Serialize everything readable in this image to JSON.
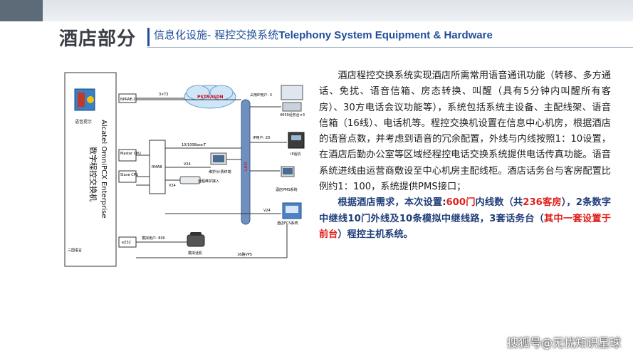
{
  "header": {
    "section_title": "酒店部分",
    "subtitle_cn": "信息化设施- 程控交换系统",
    "subtitle_en": "Telephony System Equipment & Hardware"
  },
  "diagram": {
    "pbx_title_en": "Alcatel OmniPCX Enterprise",
    "pbx_title_cn": "数字程控交换机",
    "voice_prompt": "语音提示",
    "nprae": "NPRAE-2",
    "line_3xt2": "3×T2",
    "pstn": "PSTN/ISDN",
    "ip_users_3": "占用IP用户: 3",
    "pos_4059": "4059话务台×3",
    "ip_users_20": "IP用户: 20",
    "ip_phone": "IP话机",
    "master_cpu": "Master CPU",
    "slave_cpu": "Slave CPU",
    "rmab": "RMAB",
    "base_t": "10/100Base-T",
    "lan": "LAN",
    "v24_a": "V24",
    "v24_b": "V24",
    "v24_c": "V24",
    "maint": "维护/计费终端",
    "remote": "远程维护接入",
    "pms": "酒店PMS系统",
    "fcs": "酒店FCS系统",
    "analog_users": "模拟用户: 800",
    "analog_phone": "模拟话机",
    "ez32": "eZ32",
    "sanguo": "三国语言",
    "vps": "16路VPS"
  },
  "content": {
    "para1": "酒店程控交换系统实现酒店所需常用语音通讯功能（转移、多方通话、免扰、语音信箱、房态转换、叫醒（具有5分钟内叫醒所有客房）、30方电话会议功能等），系统包括系统主设备、主配线架、语音信箱（16线）、电话机等。程控交换机设置在信息中心机房，根据酒店的语音点数，并考虑到语音的冗余配置，外线与内线按照1：10设置，在酒店后勤办公室等区域经程控电话交换系统提供电话传真功能。语音系统进线由运营商敷设至中心机房主配线柜。酒店话务台与客房配置比例约1：100，系统提供PMS接口；",
    "req_a": "根据酒店需求，本次设置:",
    "req_num1": "600门",
    "req_b": "内线数（共",
    "req_num2": "236客房",
    "req_c": "），2条数字中继线10门外线及10条模拟中继线路，3套话务台（",
    "req_red": "其中一套设置于前台",
    "req_d": "）程控主机系统。"
  },
  "watermark": "搜狐号@无忧知识星球"
}
